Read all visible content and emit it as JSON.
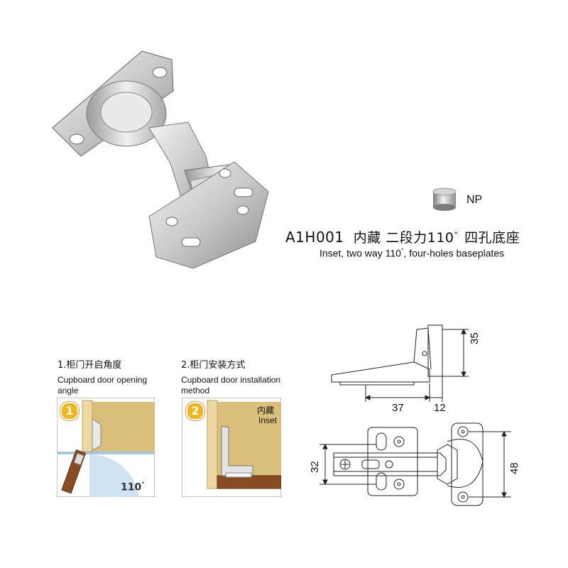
{
  "finish": {
    "label": "NP",
    "swatch": "#b8b8bc"
  },
  "product": {
    "title_code": "A1H001",
    "title_cn": "内藏  二段力110",
    "degree": "°",
    "title_cn_tail": "四孔底座",
    "subtitle_prefix": "Inset, two way 110",
    "subtitle_suffix": ", four-holes baseplates"
  },
  "panel1": {
    "heading_cn": "1.柜门开启角度",
    "heading_en_line1": "Cupboard door opening",
    "heading_en_line2": "angle",
    "step": "1",
    "angle_label": "110",
    "degree": "°"
  },
  "panel2": {
    "heading_cn": "2.柜门安装方式",
    "heading_en_line1": "Cupboard door installation",
    "heading_en_line2": "method",
    "step": "2",
    "mode_cn": "内藏",
    "mode_en": "Inset"
  },
  "dimensions": {
    "height": "35",
    "depth": "37",
    "offset": "12",
    "hole_spacing": "32",
    "plate_length": "48"
  },
  "colors": {
    "step_badge": "#f2b41b",
    "wood_panel": "#d9bf7a",
    "door_edge": "#8a4a22",
    "arc": "#cfe3f2",
    "floor": "#a5c8dc"
  }
}
